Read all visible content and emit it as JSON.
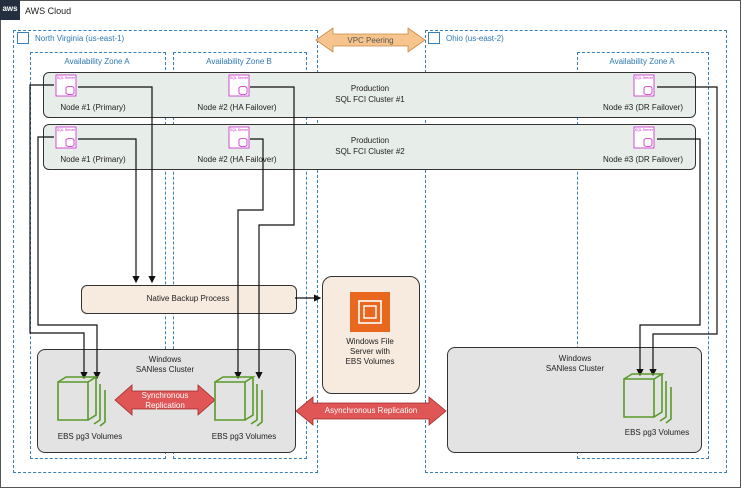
{
  "header": {
    "logo": "aws",
    "title": "AWS Cloud"
  },
  "regions": {
    "north_virginia": "North Virginia (us-east-1)",
    "ohio": "Ohio (us-east-2)"
  },
  "availability_zones": {
    "nv_a": "Availability Zone A",
    "nv_b": "Availability Zone B",
    "ohio_a": "Availability Zone A"
  },
  "vpc_peering": "VPC Peering",
  "clusters": [
    {
      "title_line1": "Production",
      "title_line2": "SQL FCI Cluster #1",
      "nodes": [
        "Node #1 (Primary)",
        "Node #2 (HA Failover)",
        "Node #3 (DR Failover)"
      ]
    },
    {
      "title_line1": "Production",
      "title_line2": "SQL FCI Cluster #2",
      "nodes": [
        "Node #1 (Primary)",
        "Node #2 (HA Failover)",
        "Node #3 (DR Failover)"
      ]
    }
  ],
  "sql_icon_text": "SQL Server",
  "backup_process": "Native Backup Process",
  "file_server": {
    "line1": "Windows File",
    "line2": "Server with",
    "line3": "EBS Volumes"
  },
  "sanless_left": {
    "line1": "Windows",
    "line2": "SANless Cluster"
  },
  "sanless_right": {
    "line1": "Windows",
    "line2": "SANless Cluster"
  },
  "sync_replication": {
    "line1": "Synchronous",
    "line2": "Replication"
  },
  "async_replication": "Asynchronous Replication",
  "ebs_labels": [
    "EBS pg3 Volumes",
    "EBS pg3 Volumes",
    "EBS pg3 Volumes"
  ],
  "colors": {
    "region_border": "#3b7fb8",
    "sql_icon": "#c925c9",
    "ebs_green": "#5a9a2a",
    "replication_red": "#e05555",
    "peering_orange": "#f6c48c",
    "ec2_orange": "#e8681f"
  }
}
